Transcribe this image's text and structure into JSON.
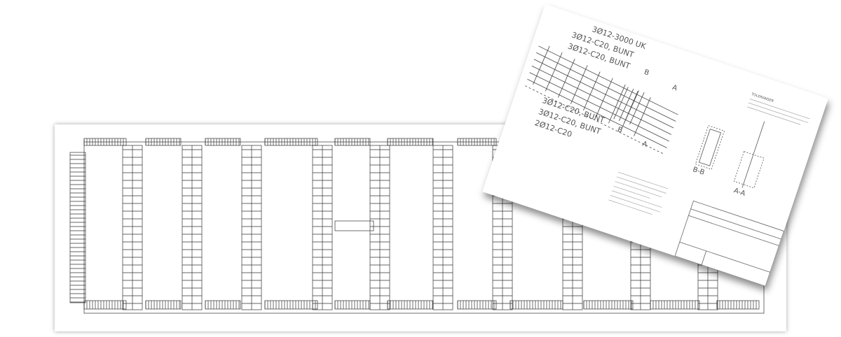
{
  "plan_sheet": {
    "title": "Foundation reinforcement plan"
  },
  "detail_sheet": {
    "bar_labels": [
      "3Ø12-3000 UK",
      "3Ø12-C20, BUNT",
      "3Ø12-C20, BUNT",
      "3Ø12-C20, BUNT",
      "3Ø12-C20, BUNT",
      "2Ø12-C20"
    ],
    "section_marks": {
      "b_top": "B",
      "a_top": "A",
      "b_bottom": "B",
      "a_bottom": "A"
    },
    "section_titles": {
      "bb": "B-B",
      "aa": "A-A"
    },
    "tolerances_heading": "TOLERANSER"
  }
}
